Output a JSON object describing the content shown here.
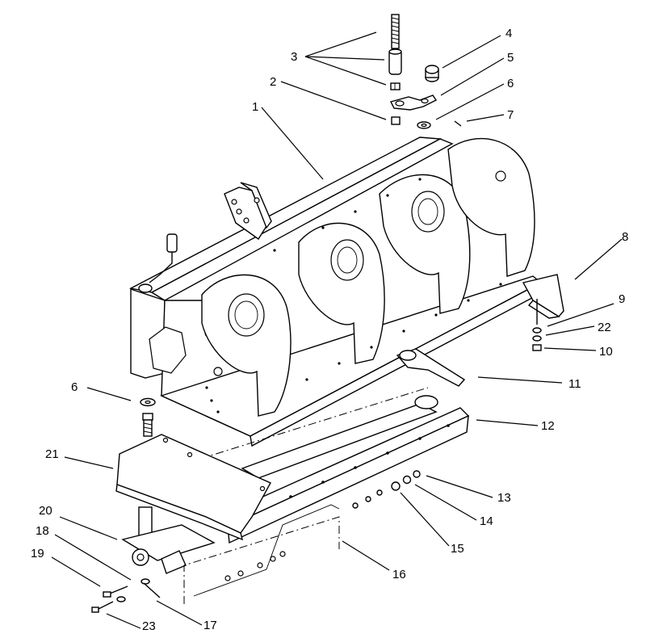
{
  "diagram": {
    "style": "exploded-parts-view",
    "line_color": "#000000",
    "background": "#ffffff",
    "callouts": [
      {
        "id": "c1",
        "label": "1"
      },
      {
        "id": "c2",
        "label": "2"
      },
      {
        "id": "c3",
        "label": "3"
      },
      {
        "id": "c4",
        "label": "4"
      },
      {
        "id": "c5",
        "label": "5"
      },
      {
        "id": "c6a",
        "label": "6"
      },
      {
        "id": "c6b",
        "label": "6"
      },
      {
        "id": "c7",
        "label": "7"
      },
      {
        "id": "c8",
        "label": "8"
      },
      {
        "id": "c9",
        "label": "9"
      },
      {
        "id": "c10",
        "label": "10"
      },
      {
        "id": "c11",
        "label": "11"
      },
      {
        "id": "c12",
        "label": "12"
      },
      {
        "id": "c13",
        "label": "13"
      },
      {
        "id": "c14",
        "label": "14"
      },
      {
        "id": "c15",
        "label": "15"
      },
      {
        "id": "c16",
        "label": "16"
      },
      {
        "id": "c17",
        "label": "17"
      },
      {
        "id": "c18",
        "label": "18"
      },
      {
        "id": "c19",
        "label": "19"
      },
      {
        "id": "c20",
        "label": "20"
      },
      {
        "id": "c21",
        "label": "21"
      },
      {
        "id": "c22",
        "label": "22"
      },
      {
        "id": "c23",
        "label": "23"
      }
    ]
  }
}
